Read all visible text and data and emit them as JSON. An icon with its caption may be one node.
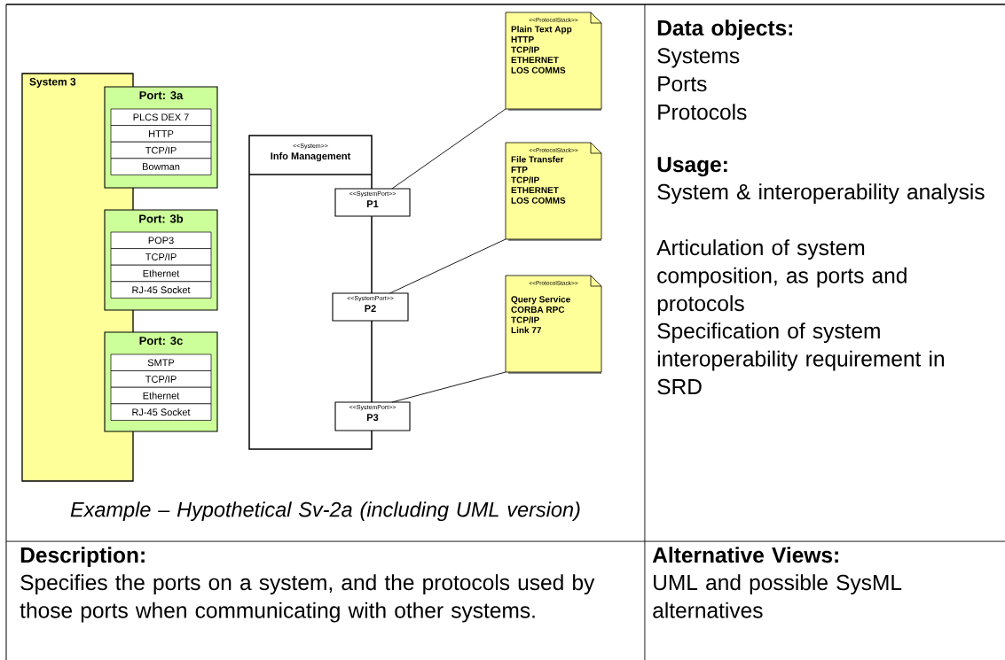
{
  "diagram": {
    "caption": "Example – Hypothetical Sv-2a (including UML version)",
    "nodes": [
      {
        "text": [
          "System 3"
        ]
      },
      {
        "text": [
          "Port: 3a"
        ]
      },
      {
        "text": [
          "PLCS DEX 7"
        ],
        "in": 1
      },
      {
        "text": [
          "HTTP"
        ],
        "in": 1
      },
      {
        "text": [
          "TCP/IP"
        ],
        "in": 1
      },
      {
        "text": [
          "Bowman"
        ],
        "in": 1
      },
      {
        "text": [
          "Port: 3b"
        ]
      },
      {
        "text": [
          "POP3"
        ],
        "in": 6
      },
      {
        "text": [
          "TCP/IP"
        ],
        "in": 6
      },
      {
        "text": [
          "Ethernet"
        ],
        "in": 6
      },
      {
        "text": [
          "RJ-45 Socket"
        ],
        "in": 6
      },
      {
        "text": [
          "Port: 3c"
        ]
      },
      {
        "text": [
          "SMTP"
        ],
        "in": 11
      },
      {
        "text": [
          "TCP/IP"
        ],
        "in": 11
      },
      {
        "text": [
          "Ethernet"
        ],
        "in": 11
      },
      {
        "text": [
          "RJ-45 Socket"
        ],
        "in": 11
      },
      {
        "text": [
          "<<System>>",
          "Info Management"
        ]
      },
      {
        "text": [
          "<<SystemPort>>",
          "P1"
        ]
      },
      {
        "text": [
          "<<SystemPort>>",
          "P2"
        ]
      },
      {
        "text": [
          "<<SystemPort>>",
          "P3"
        ]
      },
      {
        "text": [
          "<<ProtocolStack>>",
          "Plain Text App",
          "HTTP",
          "TCP/IP",
          "ETHERNET",
          "LOS COMMS"
        ]
      },
      {
        "text": [
          "<<ProtocolStack>>",
          "File Transfer",
          "FTP",
          "TCP/IP",
          "ETHERNET",
          "LOS COMMS"
        ]
      },
      {
        "text": [
          "<<ProtocolStack>>",
          "Query Service",
          "CORBA RPC",
          "TCP/IP",
          "Link 77"
        ]
      }
    ],
    "edges": [
      {
        "from": 17,
        "to": 20,
        "arrow": "none"
      },
      {
        "from": 18,
        "to": 21,
        "arrow": "none"
      },
      {
        "from": 19,
        "to": 22,
        "arrow": "none"
      }
    ],
    "labels": [
      "Data objects:",
      "Systems",
      "Ports",
      "Protocols",
      "Usage:",
      "System & interoperability analysis",
      "Articulation of system composition, as ports and protocols",
      "Specification of system interoperability requirement in SRD",
      "Description:",
      "Specifies the ports on a system, and the protocols used by those ports when communicating with other systems.",
      "Alternative Views:",
      "UML and possible SysML alternatives"
    ]
  }
}
